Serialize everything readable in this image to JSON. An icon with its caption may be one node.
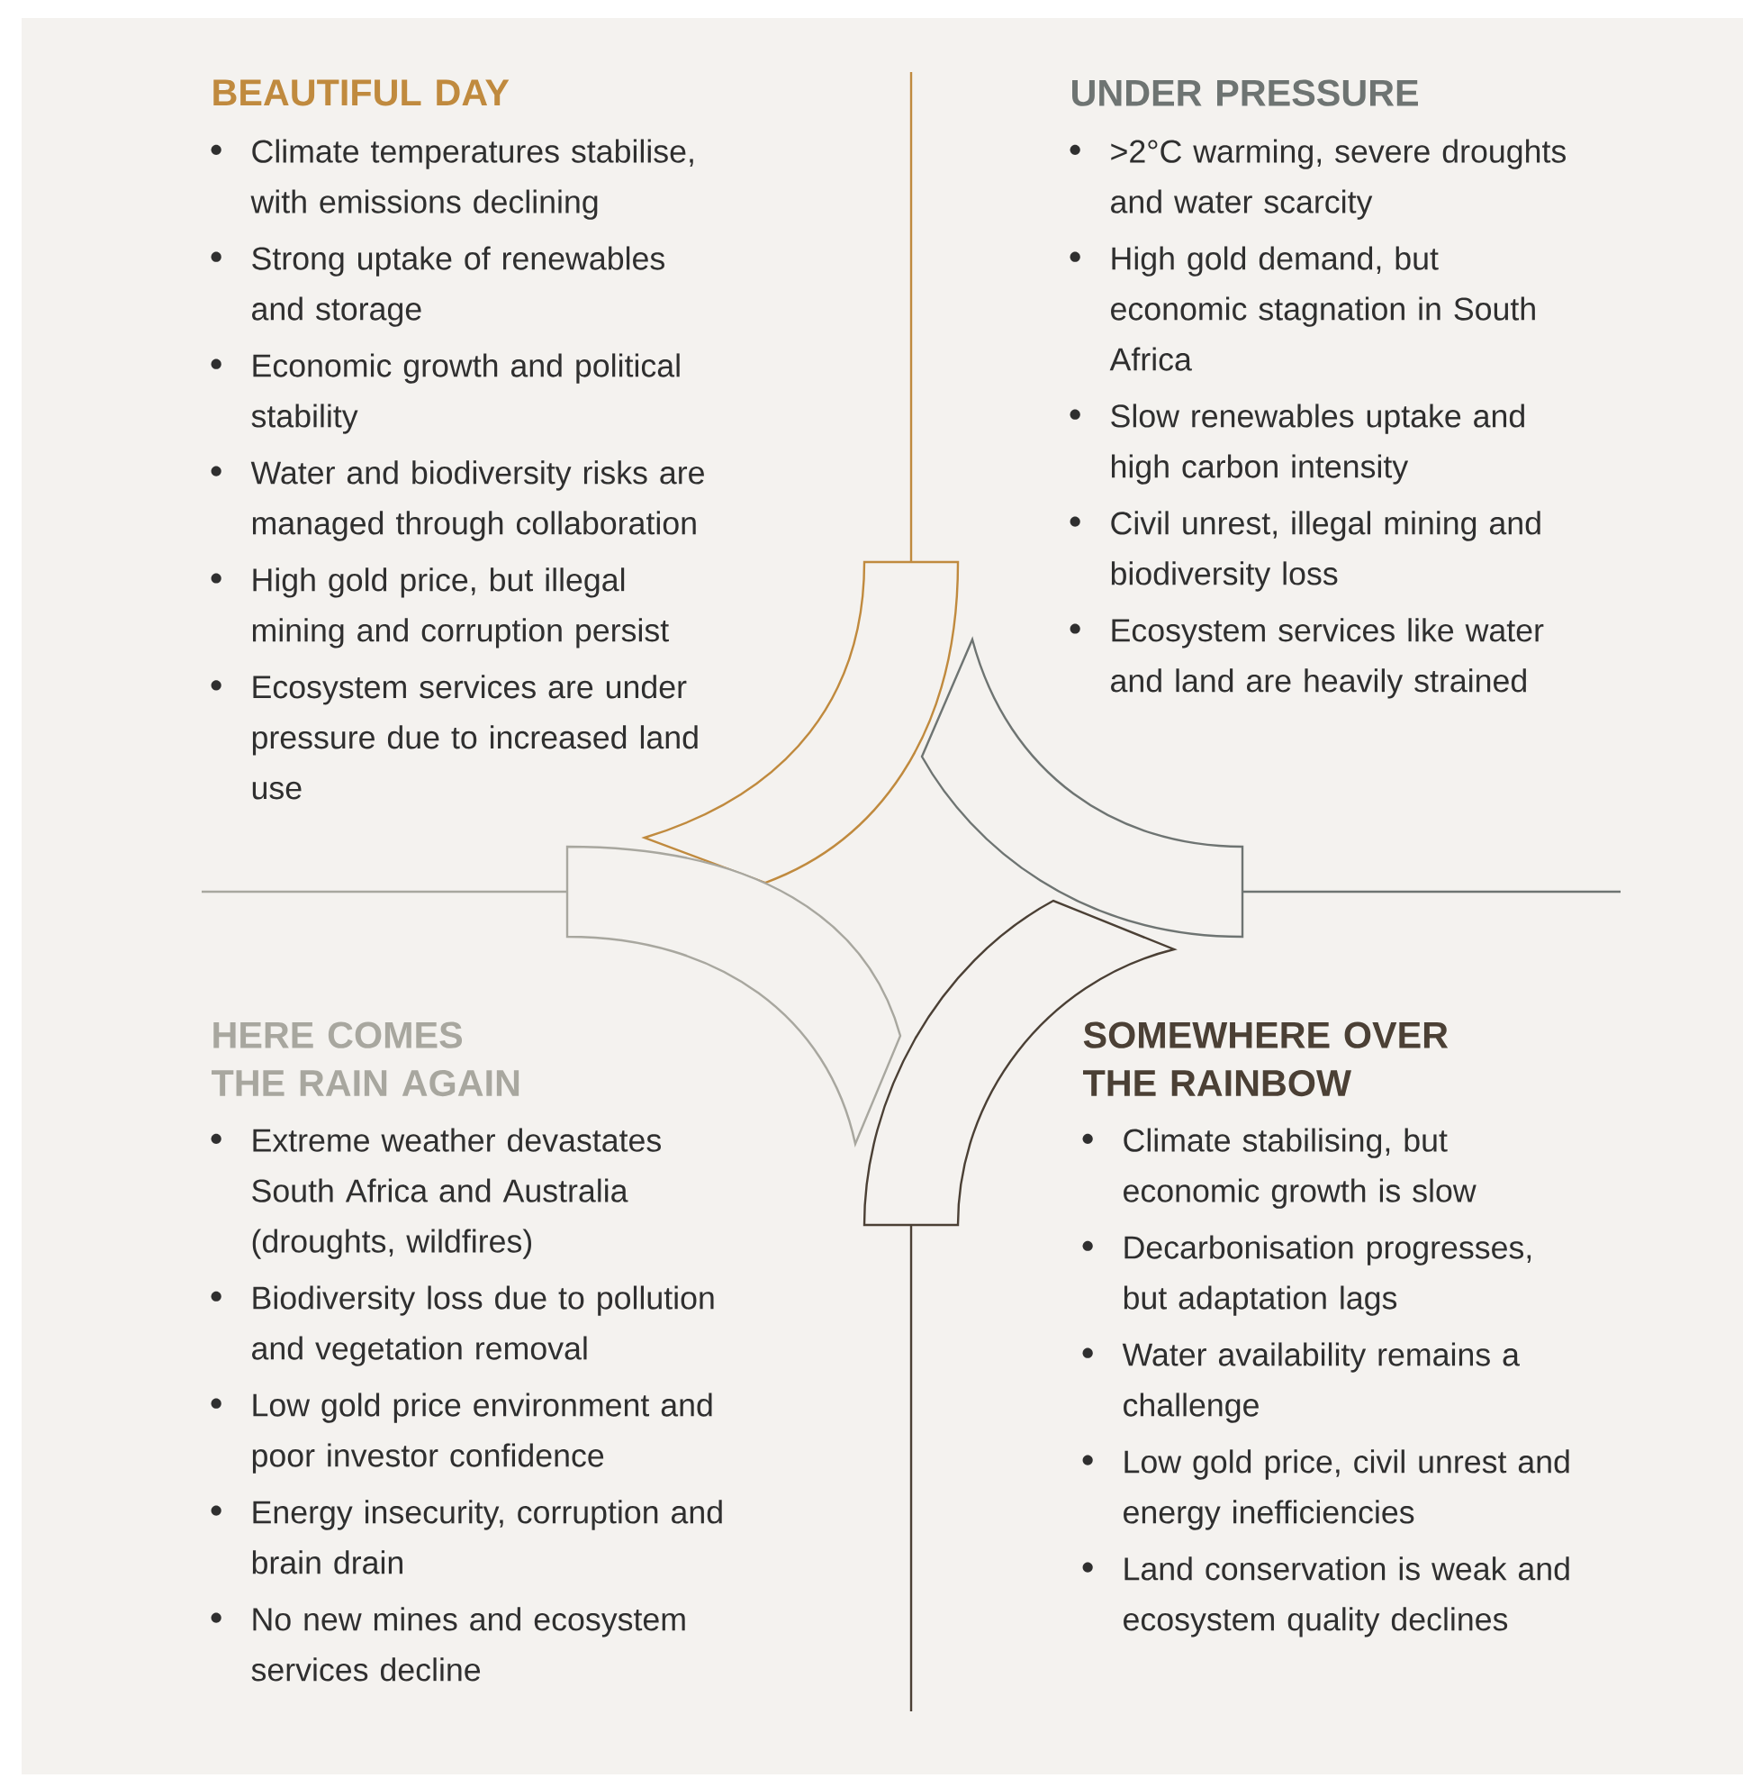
{
  "diagram": {
    "labels": [
      "BEAUTIFUL DAY",
      "Climate temperatures stabilise, with emissions declining",
      "Strong uptake of renewables and storage",
      "Economic growth and political stability",
      "Water and biodiversity risks are managed through collaboration",
      "High gold price, but illegal mining and corruption persist",
      "Ecosystem services are under pressure due to increased land use",
      "UNDER PRESSURE",
      ">2°C warming, severe droughts and water scarcity",
      "High gold demand, but economic stagnation in South Africa",
      "Slow renewables uptake and high carbon intensity",
      "Civil unrest, illegal mining and biodiversity loss",
      "Ecosystem services like water and land are heavily strained",
      "HERE COMES THE RAIN AGAIN",
      "Extreme weather devastates South Africa and Australia (droughts, wildfires)",
      "Biodiversity loss due to pollution and vegetation removal",
      "Low gold price environment and poor investor confidence",
      "Energy insecurity, corruption and brain drain",
      "No new mines and ecosystem services decline",
      "SOMEWHERE OVER THE RAINBOW",
      "Climate stabilising, but economic growth is slow",
      "Decarbonisation progresses, but adaptation lags",
      "Water availability remains a challenge",
      "Low gold price, civil unrest and energy inefficiencies",
      "Land conservation is weak and ecosystem quality declines"
    ]
  }
}
